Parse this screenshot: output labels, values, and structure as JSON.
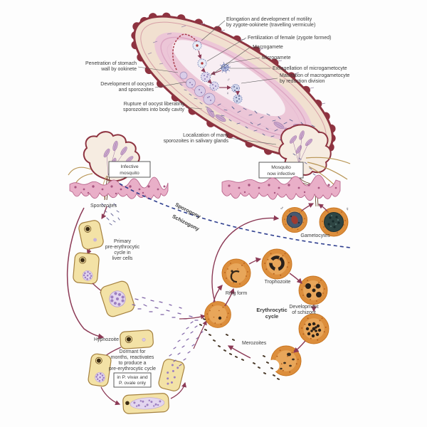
{
  "midgut_labels": {
    "elongation": [
      "Elongation and development of motility",
      "by zygote-ookinete (travelling vermicule)"
    ],
    "fertilization": "Fertilization of female (zygote formed)",
    "macrogamete": "Macrogamete",
    "microgamete": "Microgamete",
    "exflagellation": "Exflagellation of microgametocyte",
    "maturation": [
      "Maturation of macrogametocyte",
      "by reduction division"
    ],
    "penetration": [
      "Penetration of stomach",
      "wall by ookinete"
    ],
    "oocysts": [
      "Development of oocysts",
      "and sporozoites"
    ],
    "rupture": [
      "Rupture of oocyst liberating",
      "sporozoites into body cavity"
    ],
    "localization": [
      "Localization of many",
      "sporozoites in salivary glands"
    ],
    "male_symbol": "♂",
    "female_symbol": "♀"
  },
  "mosquitoes": {
    "infective_box": [
      "Infective",
      "mosquito"
    ],
    "now_infective_box": [
      "Mosquito",
      "now infective"
    ]
  },
  "divider": {
    "sporogony": "Sporogony",
    "schizogony": "Schizogony"
  },
  "liver_stage": {
    "sporozoites": "Sporozoites",
    "primary_cycle": [
      "Primary",
      "pre-erythrocytic",
      "cycle in",
      "liver cells"
    ],
    "hypnozoite": "Hypnozoite",
    "dormant": [
      "Dormant for",
      "months, reactivates",
      "to produce a",
      "pre-erythrocytic cycle"
    ],
    "species_box": [
      "in P. vivax and",
      "P. ovale only"
    ]
  },
  "blood_stage": {
    "gametocytes": "Gametocytes",
    "male_symbol": "♂",
    "female_symbol": "♀",
    "ring_form": "Ring form",
    "trophozoite": "Trophozoite",
    "erythrocytic_cycle": [
      "Erythrocytic",
      "cycle"
    ],
    "development_schizont": [
      "Development",
      "of schizont"
    ],
    "merozoites": "Merozoites"
  },
  "colors": {
    "outline": "#8e3340",
    "arrow": "#8c3a56",
    "skin": "#e9afc8",
    "liver_cell": "#f3e2a6",
    "rbc": "#dc8e3c",
    "divider_line": "#2f3f8f",
    "label_text": "#3a3a3a"
  }
}
